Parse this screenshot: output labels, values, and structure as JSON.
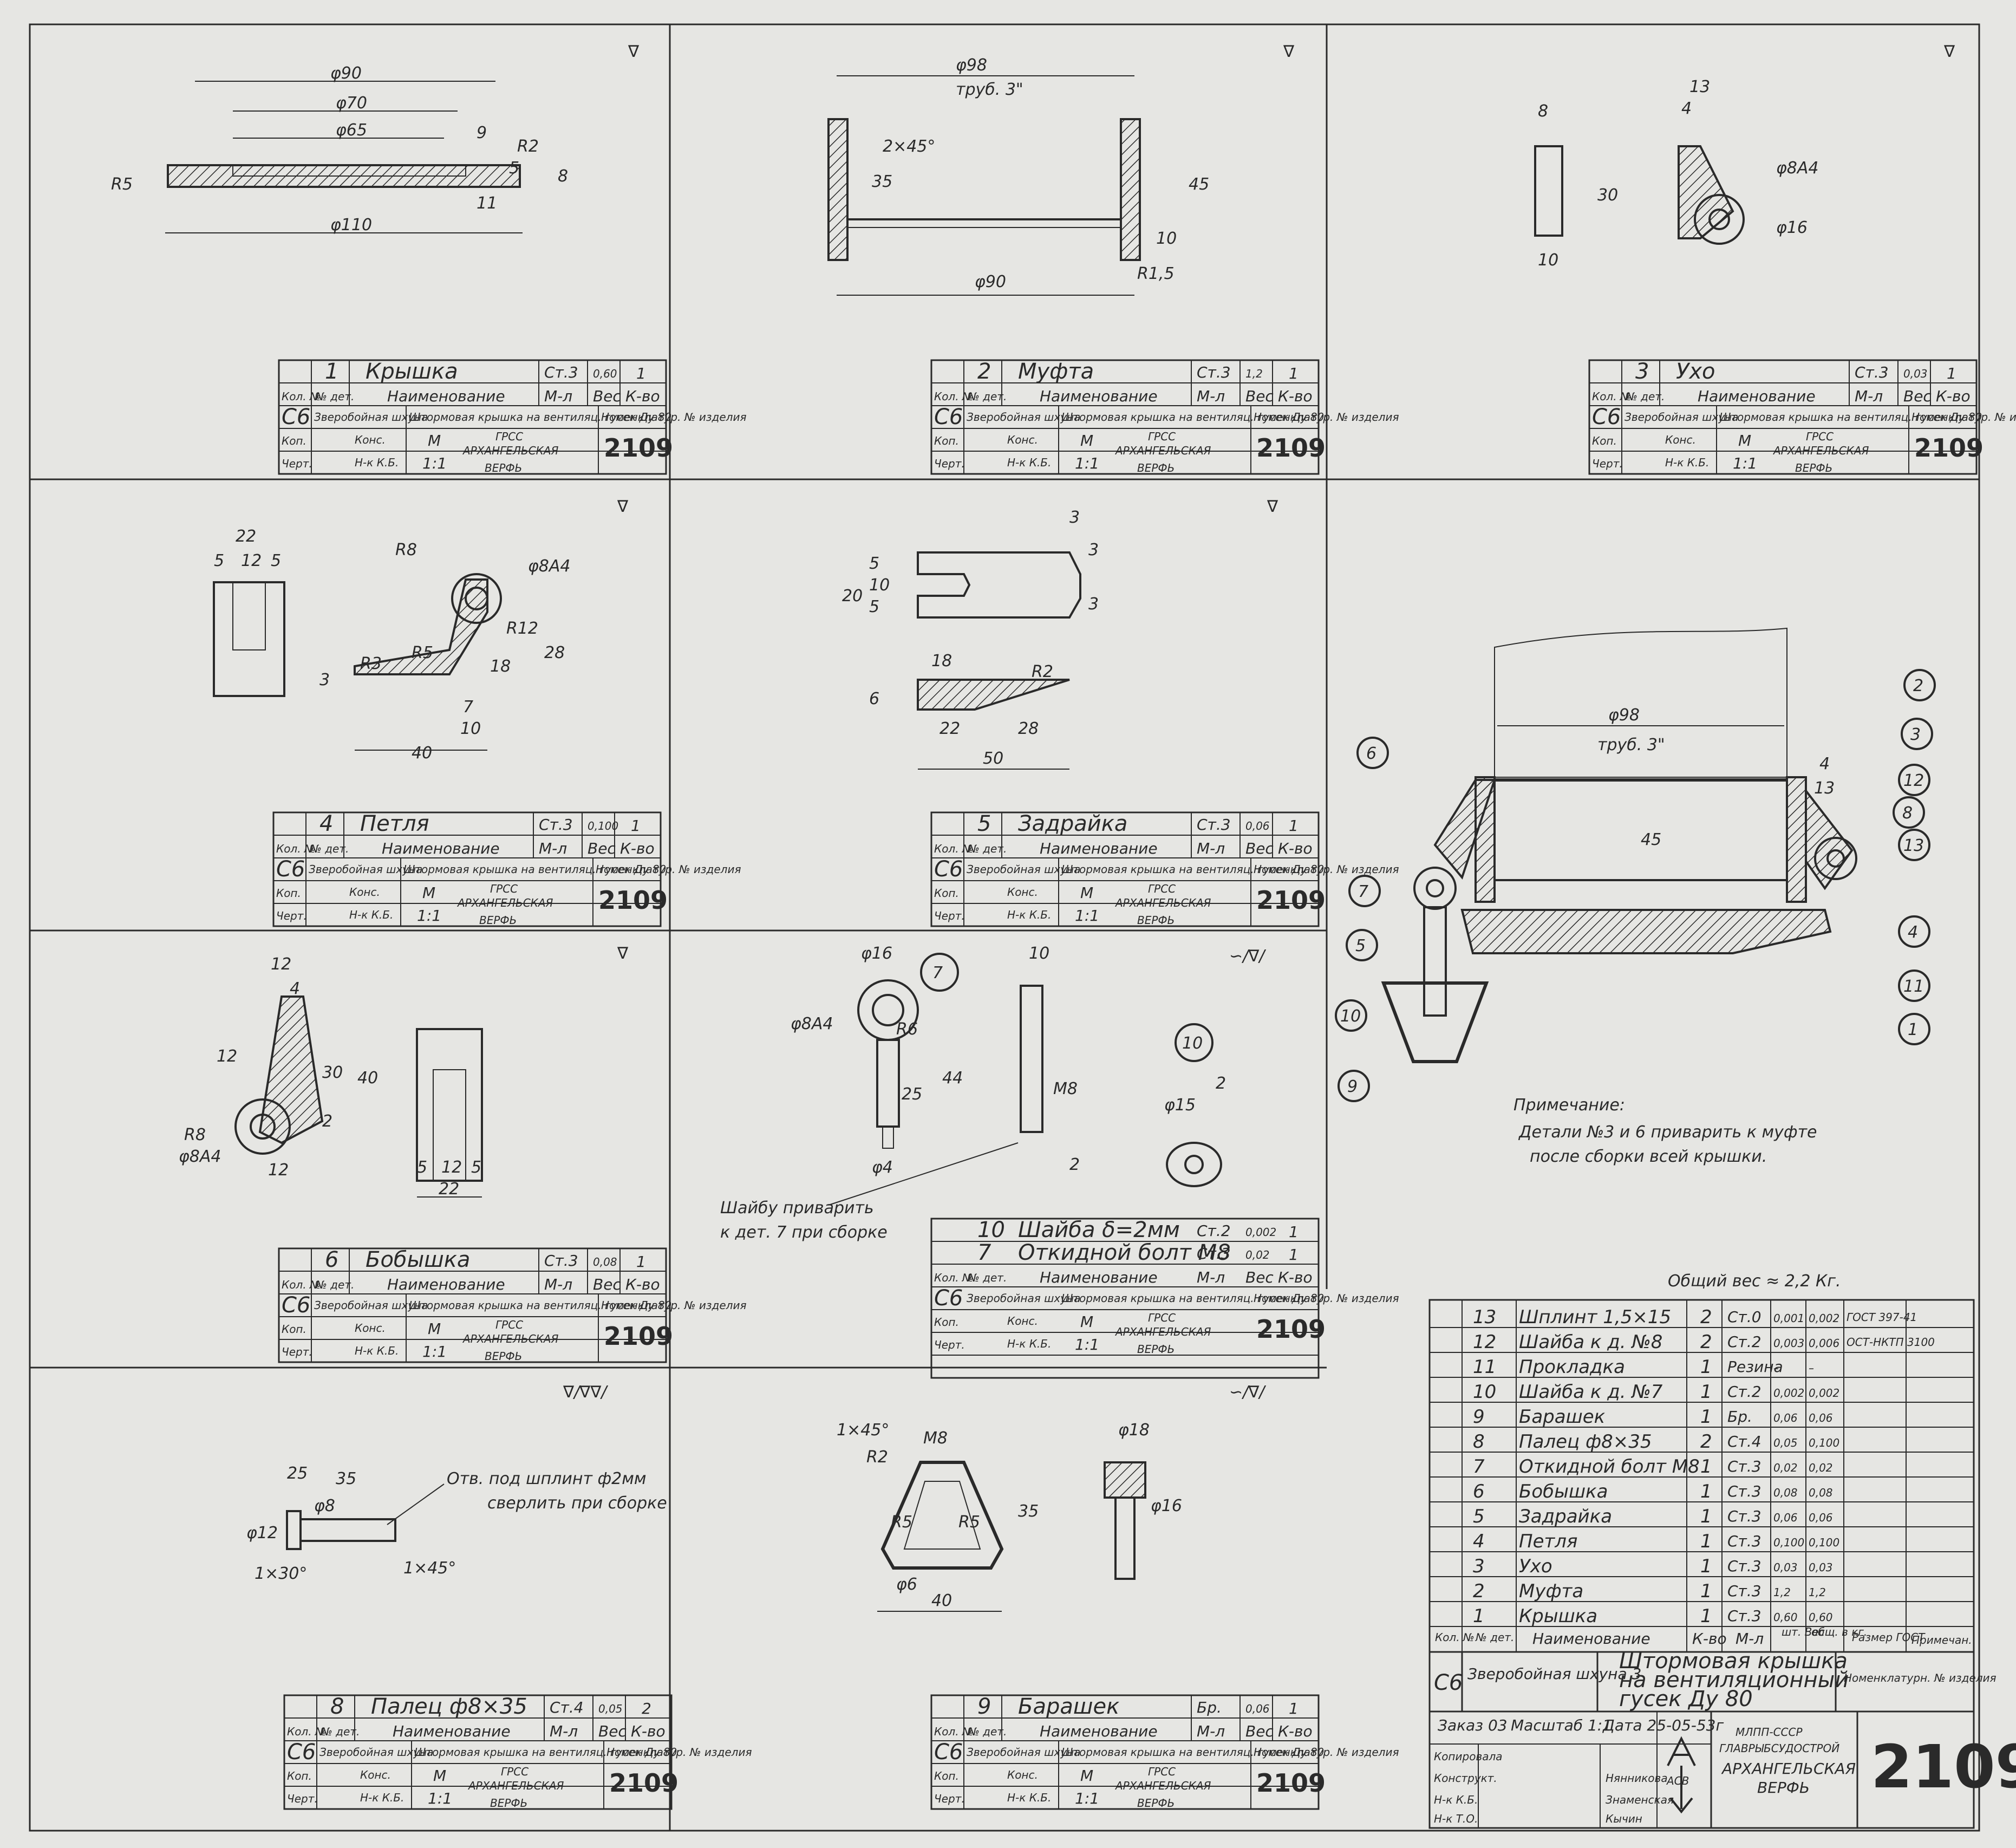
{
  "drawing_number": "2109",
  "common": {
    "surface_v": "∇",
    "header_no": "№ дет.",
    "header_kol": "Кол. №",
    "header_name": "Наименование",
    "header_mat": "М-л",
    "header_weight": "Вес",
    "header_qty": "К-во",
    "code": "С6",
    "ship": "Зверобойная шхуна",
    "product": "Штормовая крышка на вентиляц. гусек Ду 80",
    "nomen": "Номенклатур. № изделия",
    "kop": "Коп.",
    "chert": "Черт.",
    "kons": "Конс.",
    "nk": "Н-к К.Б.",
    "scale_m": "М",
    "scale_v": "1:1",
    "org1": "ГРСС",
    "org2": "АРХАНГЕЛЬСКАЯ",
    "org3": "ВЕРФЬ"
  },
  "parts": [
    {
      "no": "1",
      "name": "Крышка",
      "mat": "Ст.3",
      "weight": "0,60",
      "qty": "1"
    },
    {
      "no": "2",
      "name": "Муфта",
      "mat": "Ст.3",
      "weight": "1,2",
      "qty": "1"
    },
    {
      "no": "3",
      "name": "Ухо",
      "mat": "Ст.3",
      "weight": "0,03",
      "qty": "1"
    },
    {
      "no": "4",
      "name": "Петля",
      "mat": "Ст.3",
      "weight": "0,100",
      "qty": "1"
    },
    {
      "no": "5",
      "name": "Задрайка",
      "mat": "Ст.3",
      "weight": "0,06",
      "qty": "1"
    },
    {
      "no": "6",
      "name": "Бобышка",
      "mat": "Ст.3",
      "weight": "0,08",
      "qty": "1"
    },
    {
      "no": "8",
      "name": "Палец ф8×35",
      "mat": "Ст.4",
      "weight": "0,05",
      "qty": "2"
    },
    {
      "no": "9",
      "name": "Барашек",
      "mat": "Бр.",
      "weight": "0,06",
      "qty": "1"
    }
  ],
  "part7_10": [
    {
      "no": "10",
      "name": "Шайба δ=2мм",
      "mat": "Ст.2",
      "weight": "0,002",
      "qty": "1"
    },
    {
      "no": "7",
      "name": "Откидной болт М8",
      "mat": "Ст.3",
      "weight": "0,02",
      "qty": "1"
    }
  ],
  "dims": {
    "p1": [
      "φ90",
      "φ70",
      "φ65",
      "φ110",
      "R5",
      "R2",
      "9",
      "11",
      "5",
      "8"
    ],
    "p2": [
      "φ98",
      "труб. 3\"",
      "35",
      "45",
      "10",
      "φ90",
      "R1,5",
      "2×45°"
    ],
    "p3": [
      "13",
      "4",
      "8",
      "30",
      "10",
      "φ8A4",
      "φ16"
    ],
    "p4": [
      "22",
      "5",
      "12",
      "5",
      "R8",
      "φ8A4",
      "R12",
      "R3",
      "R5",
      "18",
      "28",
      "3",
      "7",
      "10",
      "40"
    ],
    "p5": [
      "3",
      "3",
      "3",
      "20",
      "5",
      "10",
      "5",
      "18",
      "R2",
      "6",
      "22",
      "28",
      "50"
    ],
    "p6": [
      "12",
      "4",
      "12",
      "30",
      "40",
      "2",
      "R8",
      "φ8A4",
      "12",
      "5",
      "12",
      "5",
      "22"
    ],
    "p7": [
      "φ16",
      "10",
      "R6",
      "φ8A4",
      "25",
      "44",
      "М8",
      "φ4",
      "2"
    ],
    "p8": [
      "25",
      "35",
      "φ8",
      "φ12",
      "1×30°",
      "1×45°"
    ],
    "p9": [
      "1×45°",
      "М8",
      "R2",
      "φ18",
      "R5",
      "R5",
      "35",
      "φ16",
      "φ6",
      "40"
    ],
    "p10": [
      "φ15",
      "2"
    ],
    "asm": [
      "φ98",
      "труб. 3\"",
      "45",
      "13",
      "4"
    ]
  },
  "labels": {
    "circle7": "7",
    "circle10": "10",
    "p8_note1": "Отв. под шплинт ф2мм",
    "p8_note2": "сверлить при сборке",
    "p7_note1": "Шайбу приварить",
    "p7_note2": "к дет. 7 при сборке",
    "surf_s": "∽/∇/",
    "surf_double": "∇/∇∇/"
  },
  "assembly": {
    "callouts": [
      "2",
      "3",
      "12",
      "8",
      "13",
      "4",
      "11",
      "1",
      "6",
      "7",
      "5",
      "10",
      "9"
    ],
    "note_title": "Примечание:",
    "note_line1": "Детали №3 и 6 приварить к муфте",
    "note_line2": "после сборки всей крышки."
  },
  "bom": {
    "total_weight": "Общий вес ≈ 2,2 Кг.",
    "rows": [
      {
        "no": "13",
        "name": "Шплинт 1,5×15",
        "qty": "2",
        "mat": "Ст.0",
        "w1": "0,001",
        "w2": "0,002",
        "std": "ГОСТ 397-41"
      },
      {
        "no": "12",
        "name": "Шайба к д. №8",
        "qty": "2",
        "mat": "Ст.2",
        "w1": "0,003",
        "w2": "0,006",
        "std": "ОСТ-НКТП 3100"
      },
      {
        "no": "11",
        "name": "Прокладка",
        "qty": "1",
        "mat": "Резина",
        "w1": "–",
        "w2": "–",
        "std": ""
      },
      {
        "no": "10",
        "name": "Шайба к д. №7",
        "qty": "1",
        "mat": "Ст.2",
        "w1": "0,002",
        "w2": "0,002",
        "std": ""
      },
      {
        "no": "9",
        "name": "Барашек",
        "qty": "1",
        "mat": "Бр.",
        "w1": "0,06",
        "w2": "0,06",
        "std": ""
      },
      {
        "no": "8",
        "name": "Палец ф8×35",
        "qty": "2",
        "mat": "Ст.4",
        "w1": "0,05",
        "w2": "0,100",
        "std": ""
      },
      {
        "no": "7",
        "name": "Откидной болт М8",
        "qty": "1",
        "mat": "Ст.3",
        "w1": "0,02",
        "w2": "0,02",
        "std": ""
      },
      {
        "no": "6",
        "name": "Бобышка",
        "qty": "1",
        "mat": "Ст.3",
        "w1": "0,08",
        "w2": "0,08",
        "std": ""
      },
      {
        "no": "5",
        "name": "Задрайка",
        "qty": "1",
        "mat": "Ст.3",
        "w1": "0,06",
        "w2": "0,06",
        "std": ""
      },
      {
        "no": "4",
        "name": "Петля",
        "qty": "1",
        "mat": "Ст.3",
        "w1": "0,100",
        "w2": "0,100",
        "std": ""
      },
      {
        "no": "3",
        "name": "Ухо",
        "qty": "1",
        "mat": "Ст.3",
        "w1": "0,03",
        "w2": "0,03",
        "std": ""
      },
      {
        "no": "2",
        "name": "Муфта",
        "qty": "1",
        "mat": "Ст.3",
        "w1": "1,2",
        "w2": "1,2",
        "std": ""
      },
      {
        "no": "1",
        "name": "Крышка",
        "qty": "1",
        "mat": "Ст.3",
        "w1": "0,60",
        "w2": "0,60",
        "std": ""
      }
    ],
    "h_kol": "Кол. №",
    "h_no": "№ дет.",
    "h_name": "Наименование",
    "h_qty": "К-во",
    "h_mat": "М-л",
    "h_w1": "шт. Вес",
    "h_w2": "общ. в кг.",
    "h_std": "Размер ГОСТ",
    "h_note": "Примечан.",
    "code": "С6",
    "ship": "Зверобойная шхуна 3",
    "title1": "Штормовая крышка",
    "title2": "на вентиляционный",
    "title3": "гусек Ду 80",
    "nomen": "Номенклатурн. № изделия",
    "zakaz": "Заказ 03",
    "masshtab": "Масштаб 1:1",
    "data": "Дата 25-05-53г",
    "kopir": "Копировала",
    "konstr": "Конструкт.",
    "nkb": "Н-к К.Б.",
    "nto": "Н-к Т.О.",
    "name1": "Нянникова",
    "name2": "Знаменская",
    "name3": "Кычин",
    "org1": "МЛПП-СССР",
    "org2": "ГЛАВРЫБСУДОСТРОЙ",
    "org3": "АРХАНГЕЛЬСКАЯ",
    "org4": "ВЕРФЬ",
    "logo": "АСВ"
  }
}
